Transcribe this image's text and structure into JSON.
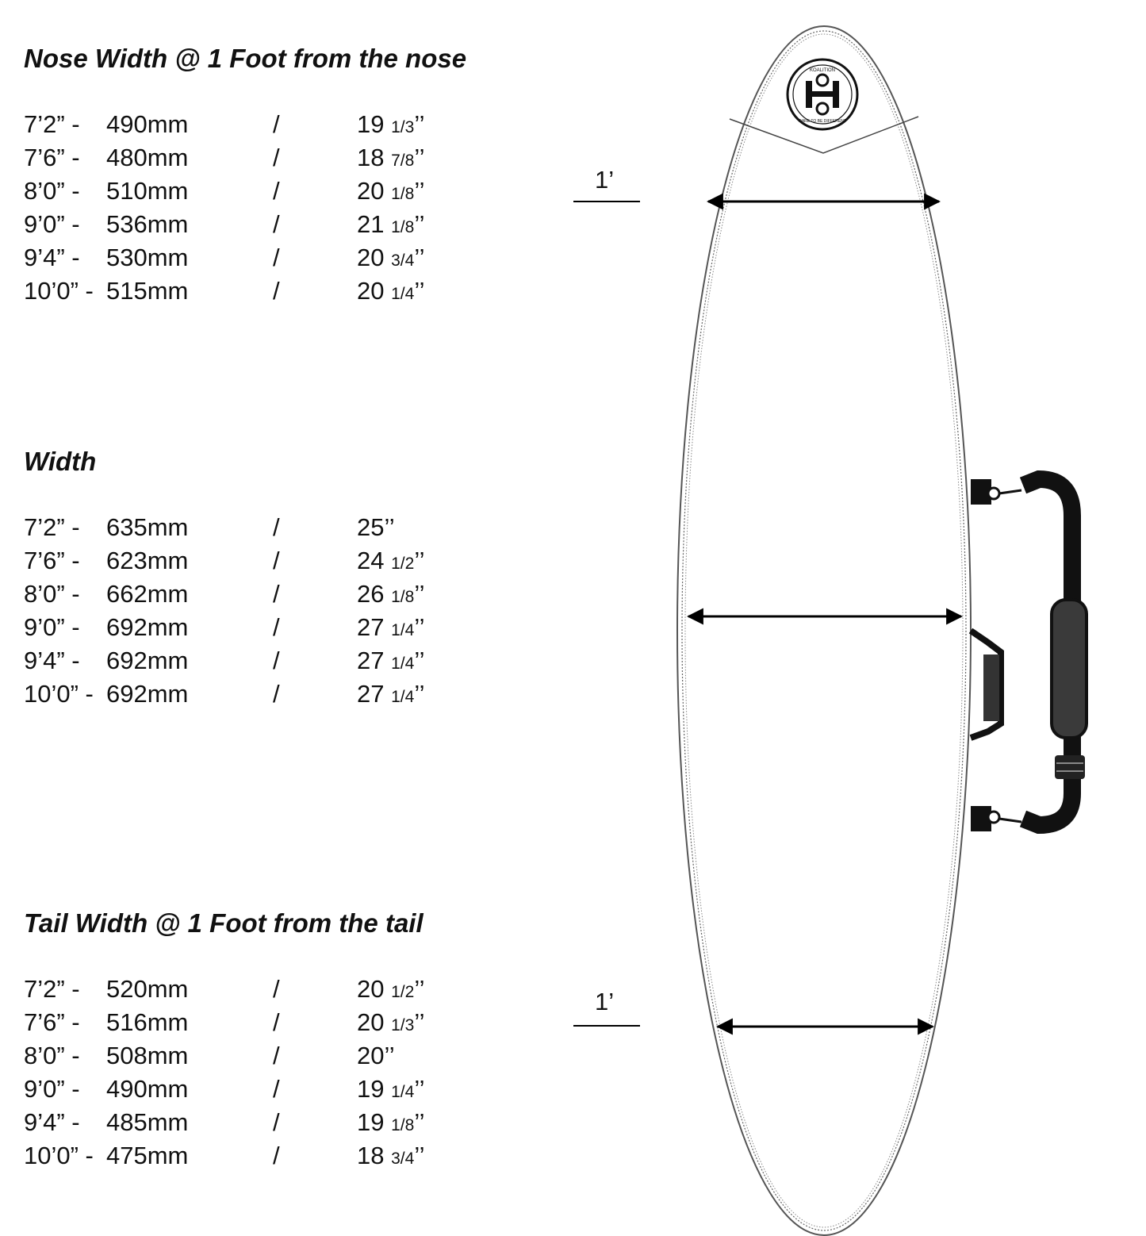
{
  "sections": [
    {
      "title": "Nose Width @ 1 Foot from the nose",
      "rows": [
        {
          "length": "7’2” -",
          "mm": "490mm",
          "sep": "/",
          "in_whole": "19",
          "in_frac": "1/3",
          "in_mark": "’’"
        },
        {
          "length": "7’6” -",
          "mm": "480mm",
          "sep": "/",
          "in_whole": "18",
          "in_frac": "7/8",
          "in_mark": "’’"
        },
        {
          "length": "8’0” -",
          "mm": "510mm",
          "sep": "/",
          "in_whole": "20",
          "in_frac": "1/8",
          "in_mark": "’’"
        },
        {
          "length": "9’0” -",
          "mm": "536mm",
          "sep": "/",
          "in_whole": "21",
          "in_frac": "1/8",
          "in_mark": "’’"
        },
        {
          "length": "9’4” -",
          "mm": "530mm",
          "sep": "/",
          "in_whole": "20",
          "in_frac": "3/4",
          "in_mark": "’’"
        },
        {
          "length": "10’0” -",
          "mm": "515mm",
          "sep": "/",
          "in_whole": "20",
          "in_frac": "1/4",
          "in_mark": "’’"
        }
      ]
    },
    {
      "title": "Width",
      "rows": [
        {
          "length": "7’2” -",
          "mm": "635mm",
          "sep": "/",
          "in_whole": "25’’",
          "in_frac": "",
          "in_mark": ""
        },
        {
          "length": "7’6” -",
          "mm": "623mm",
          "sep": "/",
          "in_whole": "24",
          "in_frac": "1/2",
          "in_mark": "’’"
        },
        {
          "length": "8’0” -",
          "mm": "662mm",
          "sep": "/",
          "in_whole": "26",
          "in_frac": "1/8",
          "in_mark": "’’"
        },
        {
          "length": "9’0” -",
          "mm": "692mm",
          "sep": "/",
          "in_whole": "27",
          "in_frac": "1/4",
          "in_mark": "’’"
        },
        {
          "length": "9’4” -",
          "mm": "692mm",
          "sep": "/",
          "in_whole": "27",
          "in_frac": "1/4",
          "in_mark": "’’"
        },
        {
          "length": "10’0” -",
          "mm": "692mm",
          "sep": "/",
          "in_whole": "27",
          "in_frac": "1/4",
          "in_mark": "’’"
        }
      ]
    },
    {
      "title": "Tail Width @ 1 Foot from the tail",
      "rows": [
        {
          "length": "7’2” -",
          "mm": "520mm",
          "sep": "/",
          "in_whole": "20",
          "in_frac": "1/2",
          "in_mark": "’’"
        },
        {
          "length": "7’6” -",
          "mm": "516mm",
          "sep": "/",
          "in_whole": "20",
          "in_frac": "1/3",
          "in_mark": "’’"
        },
        {
          "length": "8’0” -",
          "mm": "508mm",
          "sep": "/",
          "in_whole": "20’’",
          "in_frac": "",
          "in_mark": ""
        },
        {
          "length": "9’0” -",
          "mm": "490mm",
          "sep": "/",
          "in_whole": "19",
          "in_frac": "1/4",
          "in_mark": "’’"
        },
        {
          "length": "9’4” -",
          "mm": "485mm",
          "sep": "/",
          "in_whole": "19",
          "in_frac": "1/8",
          "in_mark": "’’"
        },
        {
          "length": "10’0” -",
          "mm": "475mm",
          "sep": "/",
          "in_whole": "18",
          "in_frac": "3/4",
          "in_mark": "’’"
        }
      ]
    }
  ],
  "diagram": {
    "nose_marker_label": "1’",
    "tail_marker_label": "1’",
    "logo_text_top": "KOALITION",
    "logo_text_bottom": "DARE TO BE DIFFERENT",
    "colors": {
      "outline": "#555555",
      "stroke": "#000000",
      "strap": "#111111",
      "pad": "#3a3a3a"
    }
  }
}
